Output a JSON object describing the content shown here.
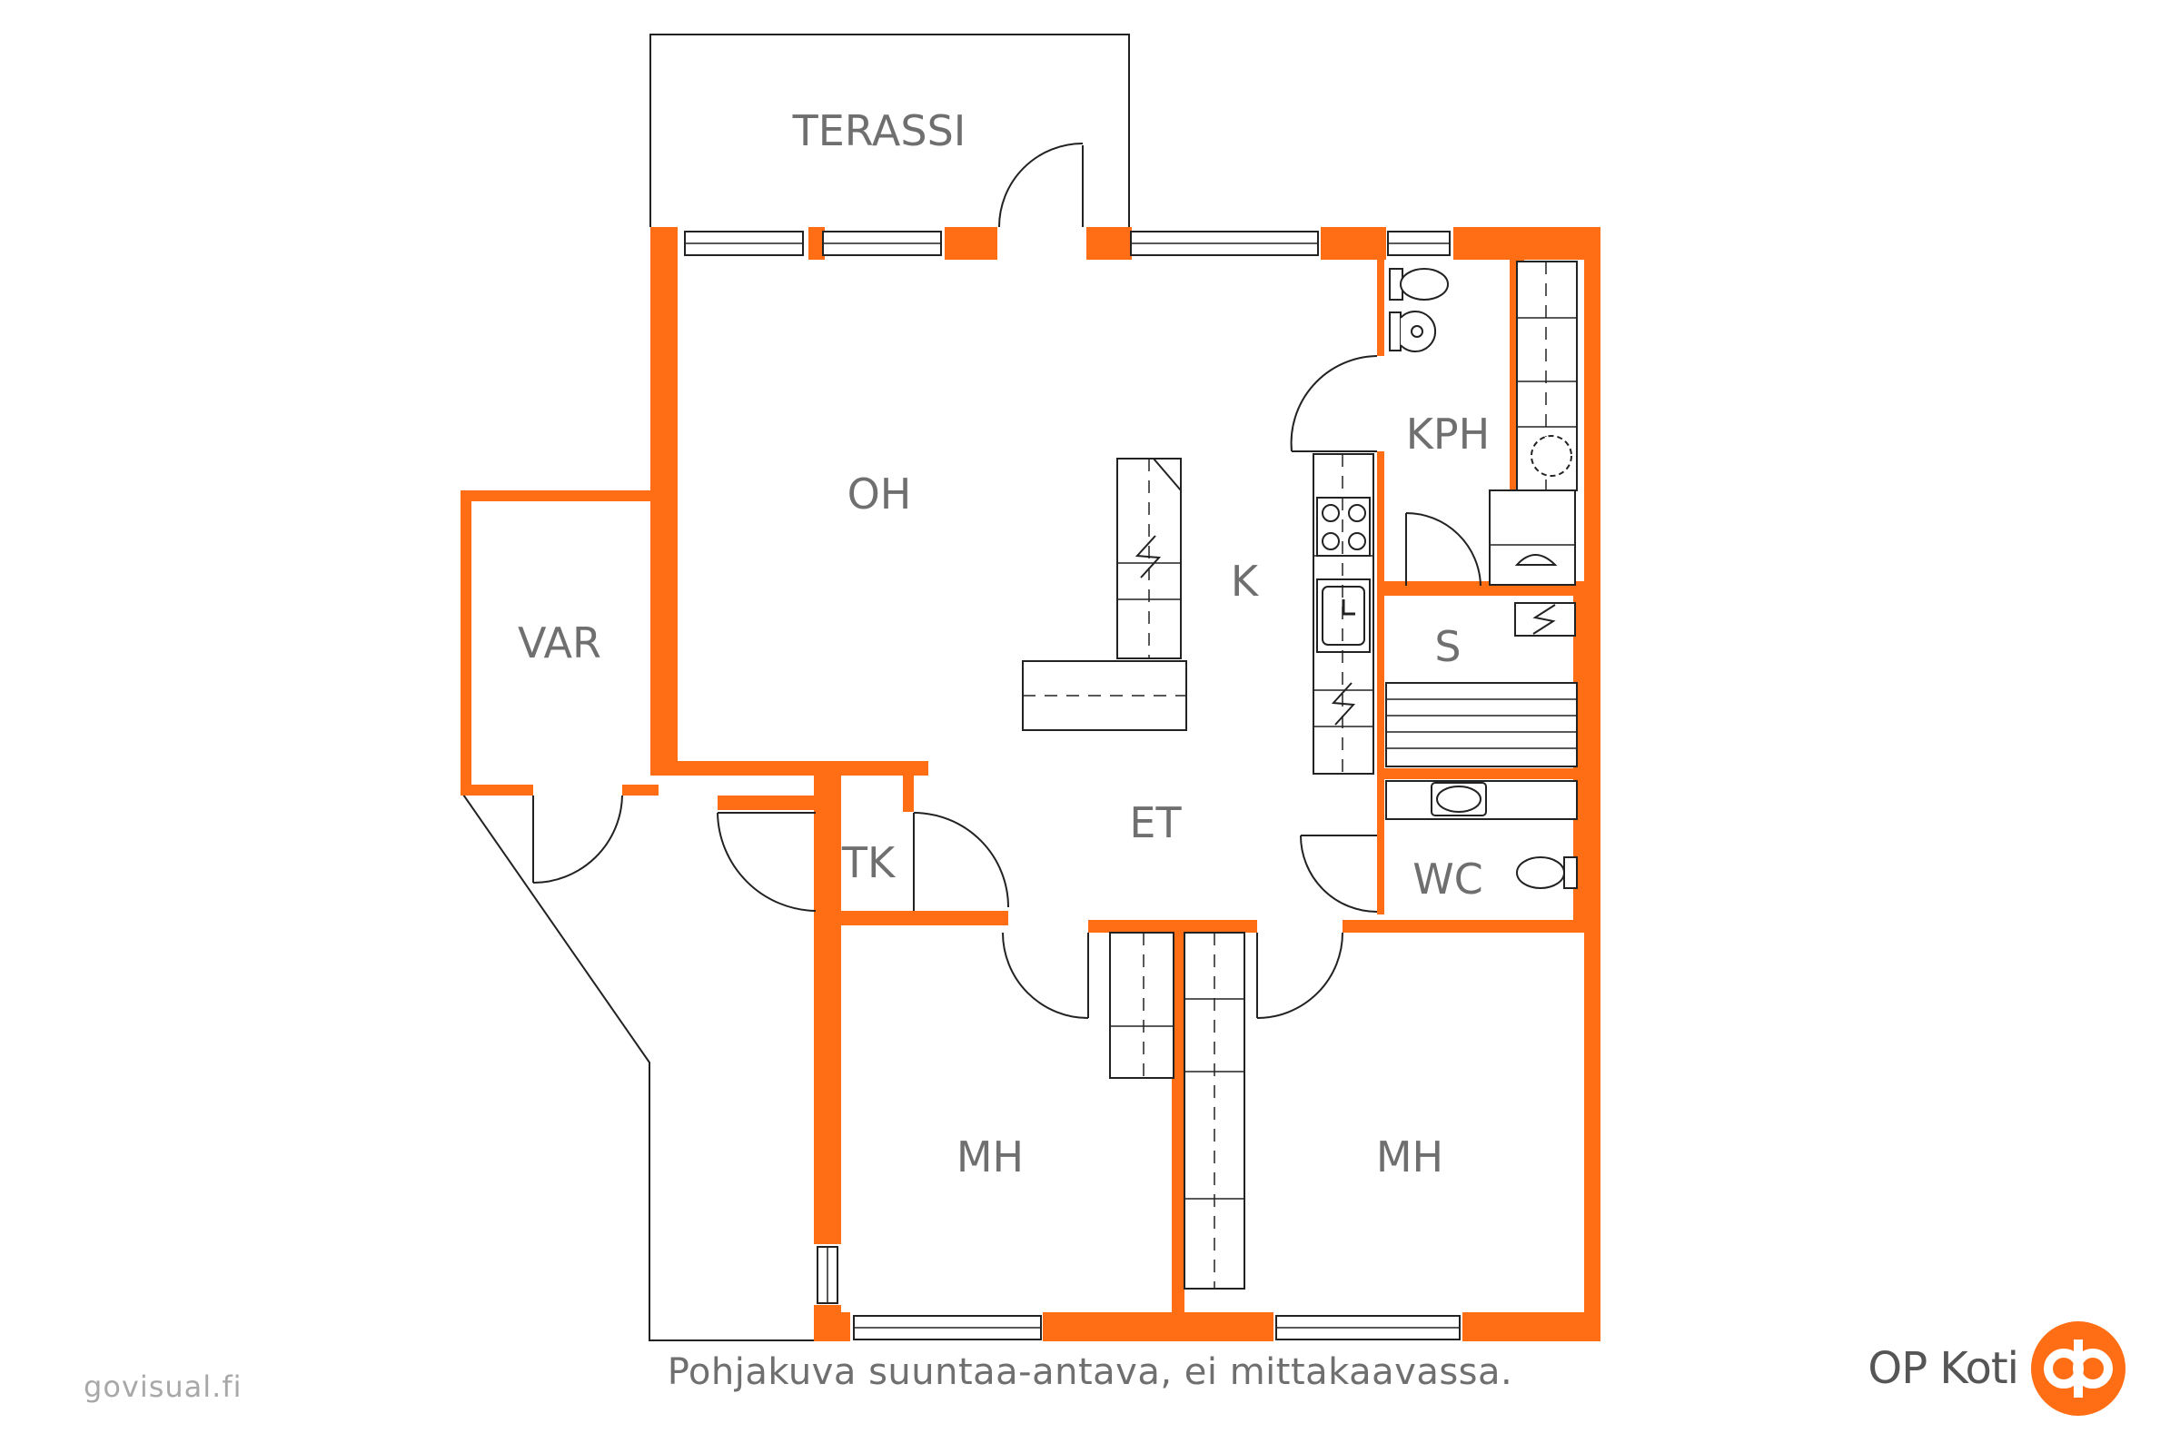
{
  "rooms": {
    "terrace": "TERASSI",
    "living_room": "OH",
    "kitchen": "K",
    "bathroom": "KPH",
    "sauna": "S",
    "storage": "VAR",
    "hallway": "ET",
    "closet": "TK",
    "toilet": "WC",
    "bedroom_1": "MH",
    "bedroom_2": "MH"
  },
  "caption": "Pohjakuva suuntaa-antava, ei mittakaavassa.",
  "credit": "govisual.fi",
  "brand": {
    "name": "OP Koti"
  },
  "colors": {
    "wall": "#ff6d14",
    "line": "#222222",
    "text": "#6f6f6f",
    "brand": "#ff6d14"
  }
}
